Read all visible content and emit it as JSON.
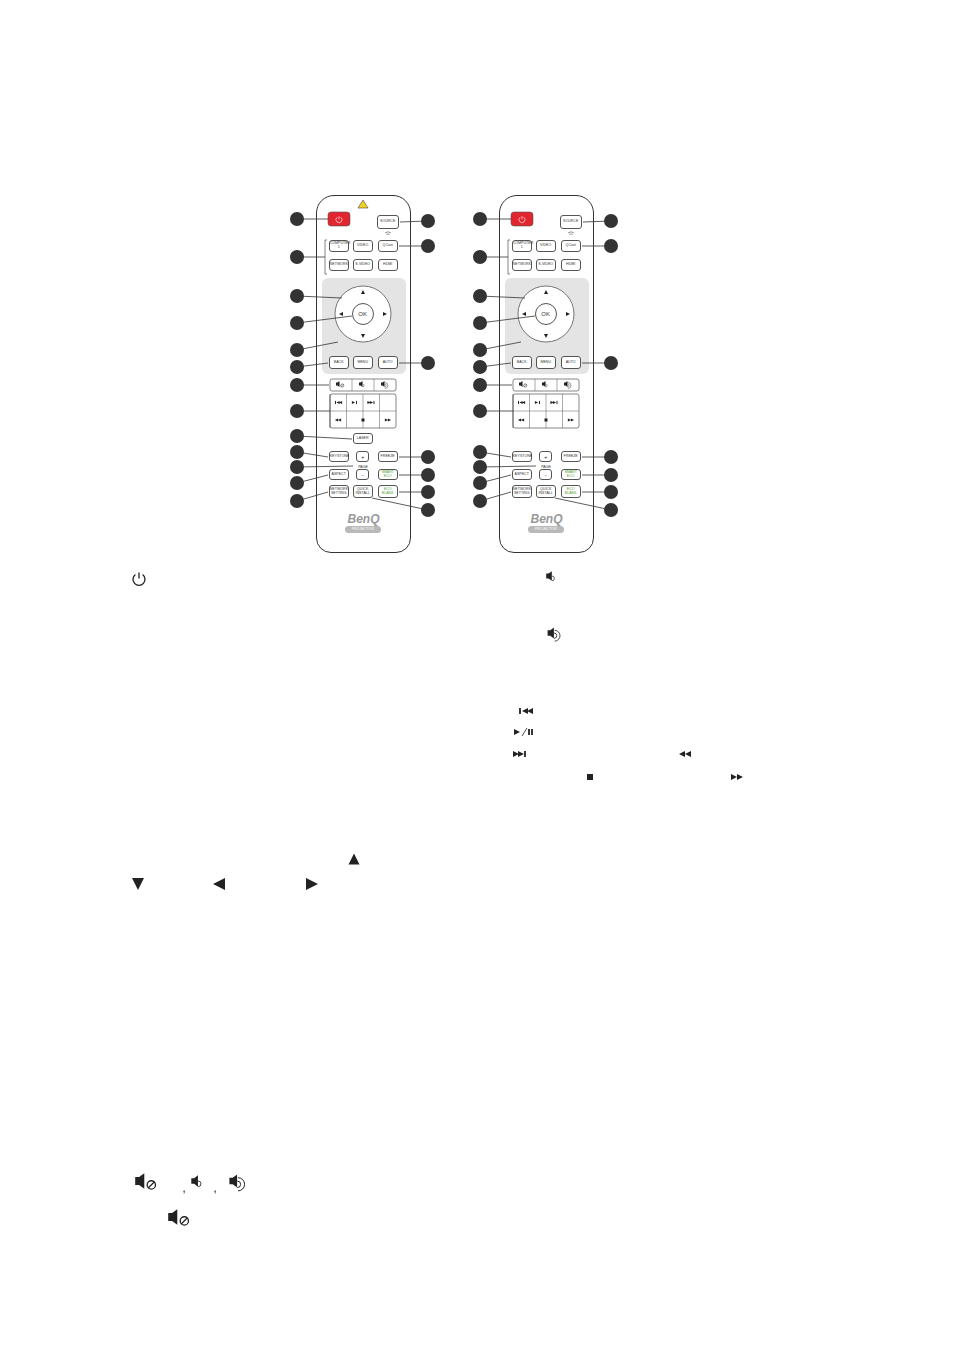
{
  "diagram": {
    "nodes": [
      {
        "text": [
          "BenQ"
        ]
      },
      {
        "text": [
          "SOURCE"
        ],
        "in": 0
      },
      {
        "text": [
          "COMPUTER 1"
        ],
        "in": 0
      },
      {
        "text": [
          "VIDEO"
        ],
        "in": 0
      },
      {
        "text": [
          "QCast"
        ],
        "in": 0
      },
      {
        "text": [
          "NETWORK"
        ],
        "in": 0
      },
      {
        "text": [
          "S-VIDEO"
        ],
        "in": 0
      },
      {
        "text": [
          "HDMI"
        ],
        "in": 0
      },
      {
        "text": [
          "OK"
        ],
        "in": 0
      },
      {
        "text": [
          "BACK"
        ],
        "in": 0
      },
      {
        "text": [
          "MENU"
        ],
        "in": 0
      },
      {
        "text": [
          "AUTO"
        ],
        "in": 0
      },
      {
        "text": [
          "LASER"
        ],
        "in": 0
      },
      {
        "text": [
          "KEYSTONE"
        ],
        "in": 0
      },
      {
        "text": [
          "+"
        ],
        "in": 0
      },
      {
        "text": [
          "FREEZE"
        ],
        "in": 0
      },
      {
        "text": [
          "ASPECT"
        ],
        "in": 0
      },
      {
        "text": [
          "-"
        ],
        "in": 0
      },
      {
        "text": [
          "SMART ECO"
        ],
        "in": 0
      },
      {
        "text": [
          "NETWORK SETTING"
        ],
        "in": 0
      },
      {
        "text": [
          "QUICK INSTALL"
        ],
        "in": 0
      },
      {
        "text": [
          "ECO BLANK"
        ],
        "in": 0
      },
      {
        "text": [
          "PROJECTOR"
        ],
        "in": 0
      },
      {
        "text": [
          "BenQ"
        ]
      },
      {
        "text": [
          "SOURCE"
        ],
        "in": 23
      },
      {
        "text": [
          "COMPUTER 1"
        ],
        "in": 23
      },
      {
        "text": [
          "VIDEO"
        ],
        "in": 23
      },
      {
        "text": [
          "QCast"
        ],
        "in": 23
      },
      {
        "text": [
          "NETWORK"
        ],
        "in": 23
      },
      {
        "text": [
          "S-VIDEO"
        ],
        "in": 23
      },
      {
        "text": [
          "HDMI"
        ],
        "in": 23
      },
      {
        "text": [
          "OK"
        ],
        "in": 23
      },
      {
        "text": [
          "BACK"
        ],
        "in": 23
      },
      {
        "text": [
          "MENU"
        ],
        "in": 23
      },
      {
        "text": [
          "AUTO"
        ],
        "in": 23
      },
      {
        "text": [
          "KEYSTONE"
        ],
        "in": 23
      },
      {
        "text": [
          "+"
        ],
        "in": 23
      },
      {
        "text": [
          "FREEZE"
        ],
        "in": 23
      },
      {
        "text": [
          "ASPECT"
        ],
        "in": 23
      },
      {
        "text": [
          "-"
        ],
        "in": 23
      },
      {
        "text": [
          "SMART ECO"
        ],
        "in": 23
      },
      {
        "text": [
          "NETWORK SETTING"
        ],
        "in": 23
      },
      {
        "text": [
          "QUICK INSTALL"
        ],
        "in": 23
      },
      {
        "text": [
          "ECO BLANK"
        ],
        "in": 23
      },
      {
        "text": [
          "PROJECTOR"
        ],
        "in": 23
      }
    ],
    "labels": [
      "PAGE",
      "PAGE",
      ",",
      ","
    ]
  }
}
